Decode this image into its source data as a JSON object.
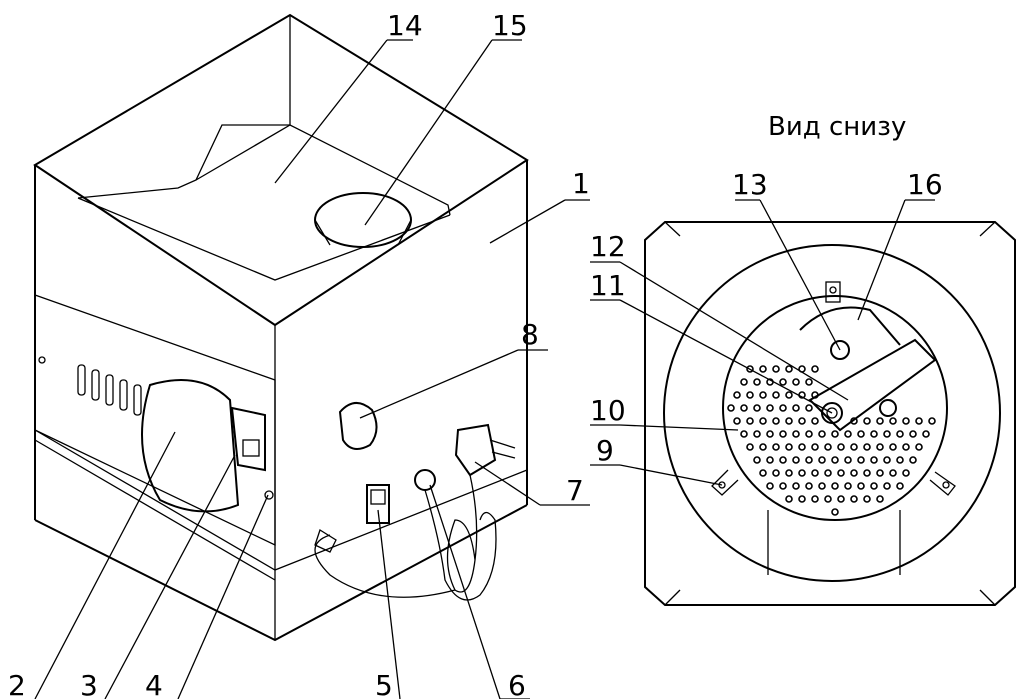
{
  "view_title": "Вид снизу",
  "callouts": {
    "n1": "1",
    "n2": "2",
    "n3": "3",
    "n4": "4",
    "n5": "5",
    "n6": "6",
    "n7": "7",
    "n8": "8",
    "n9": "9",
    "n10": "10",
    "n11": "11",
    "n12": "12",
    "n13": "13",
    "n14": "14",
    "n15": "15",
    "n16": "16"
  }
}
